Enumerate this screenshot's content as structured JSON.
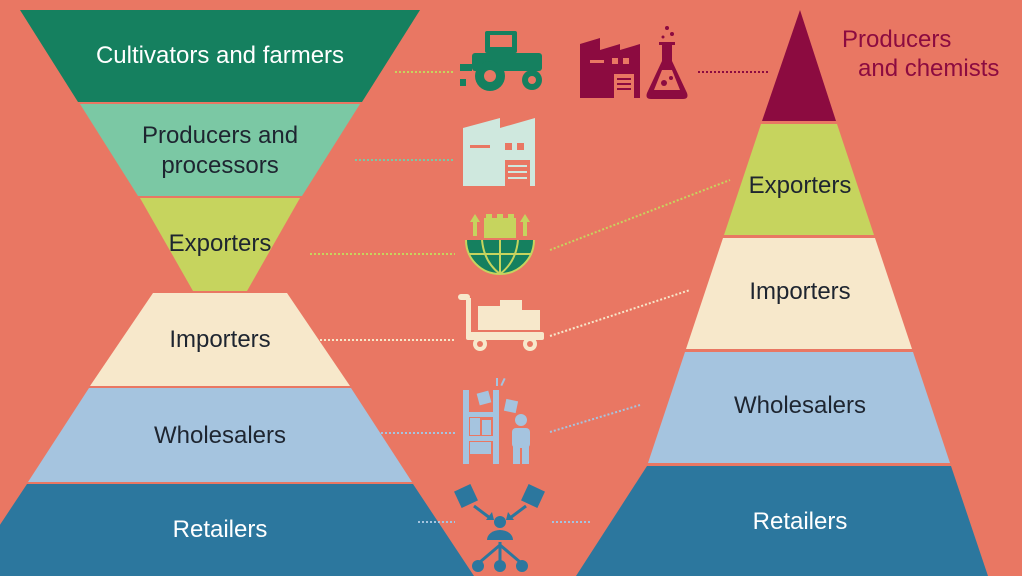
{
  "left_funnel": {
    "levels": [
      {
        "label": "Cultivators and farmers",
        "color": "#15805f"
      },
      {
        "label": "Producers and processors",
        "color": "#7bc8a4"
      },
      {
        "label": "Exporters",
        "color": "#c6d45e"
      },
      {
        "label": "Importers",
        "color": "#f7e8cb"
      },
      {
        "label": "Wholesalers",
        "color": "#a5c4df"
      },
      {
        "label": "Retailers",
        "color": "#2c779e"
      }
    ]
  },
  "right_pyramid": {
    "top_label_line1": "Producers",
    "top_label_line2": "and chemists",
    "top_color": "#8c0b40",
    "levels": [
      {
        "label": "Exporters",
        "color": "#c6d45e"
      },
      {
        "label": "Importers",
        "color": "#f7e8cb"
      },
      {
        "label": "Wholesalers",
        "color": "#a5c4df"
      },
      {
        "label": "Retailers",
        "color": "#2c779e"
      }
    ]
  },
  "icons": [
    "tractor-icon",
    "factory-icon",
    "chemistry-flask-icon",
    "export-globe-icon",
    "delivery-cart-icon",
    "warehouse-worker-icon",
    "distribution-network-icon"
  ]
}
